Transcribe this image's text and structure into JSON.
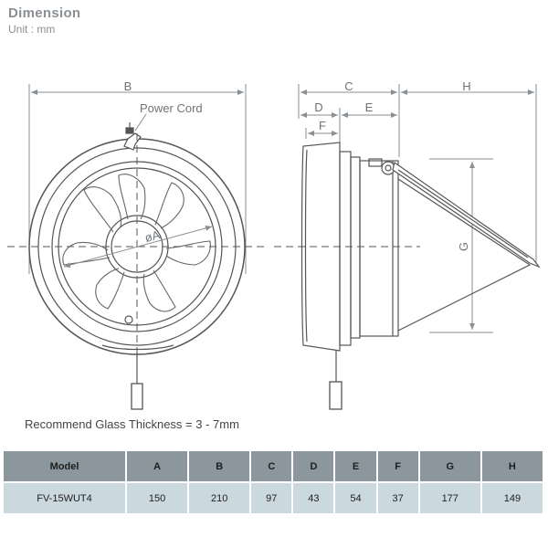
{
  "header": {
    "title": "Dimension",
    "unit": "Unit : mm"
  },
  "labels": {
    "B": "B",
    "C": "C",
    "D": "D",
    "E": "E",
    "F": "F",
    "H": "H",
    "G": "G",
    "diameter": "øA",
    "power_cord": "Power Cord"
  },
  "note": "Recommend Glass Thickness = 3 - 7mm",
  "table": {
    "headers": [
      "Model",
      "A",
      "B",
      "C",
      "D",
      "E",
      "F",
      "G",
      "H"
    ],
    "rows": [
      [
        "FV-15WUT4",
        "150",
        "210",
        "97",
        "43",
        "54",
        "37",
        "177",
        "149"
      ]
    ]
  },
  "colors": {
    "line": "#555555",
    "dim": "#8a8f94",
    "header_bg": "#8c979d",
    "row_bg": "#cbd8dd"
  }
}
